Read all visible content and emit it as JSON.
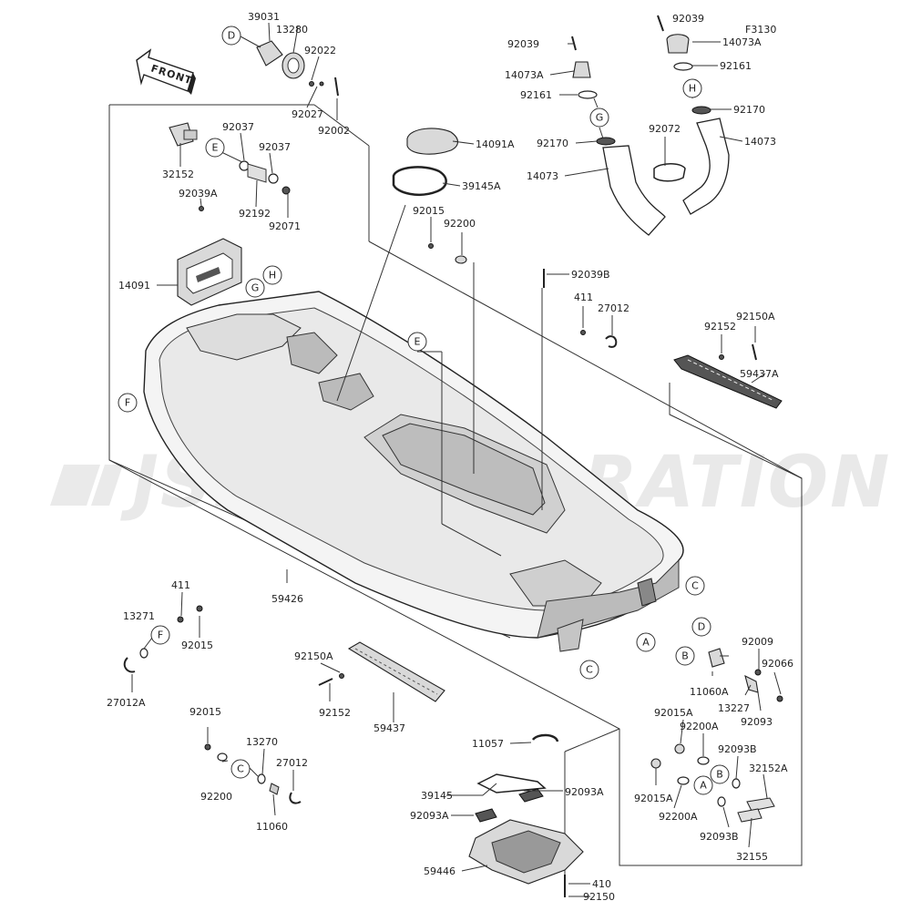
{
  "watermark": "JSP CORPORATION",
  "front_label": "FRONT",
  "figure_code": "F3130",
  "callouts": [
    "A",
    "B",
    "C",
    "D",
    "E",
    "F",
    "G",
    "H"
  ],
  "part_numbers": {
    "p39031": "39031",
    "p13280": "13280",
    "p92022": "92022",
    "p92027": "92027",
    "p92002": "92002",
    "p32152": "32152",
    "p92037a": "92037",
    "p92037b": "92037",
    "p92192": "92192",
    "p92071": "92071",
    "p92039A": "92039A",
    "p14091": "14091",
    "p14091A": "14091A",
    "p39145A": "39145A",
    "p92015a": "92015",
    "p92200a": "92200",
    "p92039a_top": "92039",
    "p14073A_l": "14073A",
    "p92161_l": "92161",
    "p92170_l": "92170",
    "p14073_l": "14073",
    "p92039b_top": "92039",
    "p14073A_r": "14073A",
    "p92161_r": "92161",
    "p92170_r": "92170",
    "p92072": "92072",
    "p14073_r": "14073",
    "p92039B": "92039B",
    "p411a": "411",
    "p27012a": "27012",
    "p92152a": "92152",
    "p92150A_a": "92150A",
    "p59437A": "59437A",
    "p59426": "59426",
    "p411b": "411",
    "p13271": "13271",
    "p92015b": "92015",
    "p27012A": "27012A",
    "p92150A_b": "92150A",
    "p92152b": "92152",
    "p59437": "59437",
    "p92015c": "92015",
    "p13270": "13270",
    "p27012b": "27012",
    "p92200b": "92200",
    "p11060": "11060",
    "p11057": "11057",
    "p39145": "39145",
    "p92093A_a": "92093A",
    "p92093A_b": "92093A",
    "p59446": "59446",
    "p410": "410",
    "p92150": "92150",
    "p92009": "92009",
    "p92066": "92066",
    "p11060A": "11060A",
    "p13227": "13227",
    "p92093": "92093",
    "p92015A_a": "92015A",
    "p92200A_a": "92200A",
    "p92093B_a": "92093B",
    "p32152A": "32152A",
    "p92015A_b": "92015A",
    "p92200A_b": "92200A",
    "p92093B_b": "92093B",
    "p32155": "32155"
  }
}
